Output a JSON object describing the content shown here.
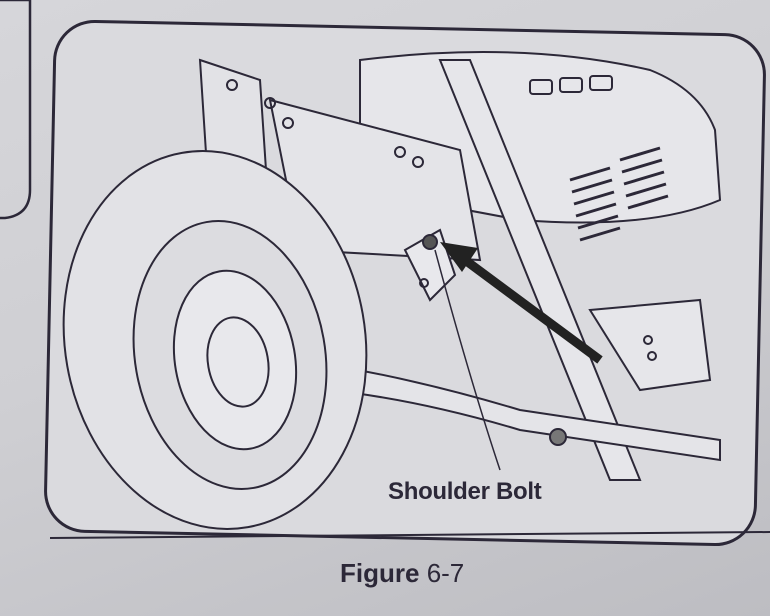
{
  "figure": {
    "callout_label": "Shoulder Bolt",
    "caption_word": "Figure",
    "caption_number": "6-7"
  },
  "colors": {
    "paper": "#d0d0d4",
    "ink": "#2c2838"
  }
}
